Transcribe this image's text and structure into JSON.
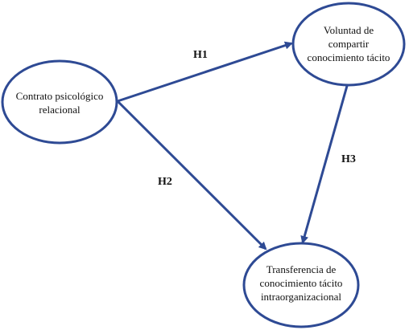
{
  "colors": {
    "stroke": "#2e4a94",
    "fill": "#ffffff",
    "text": "#111111"
  },
  "nodes": {
    "contrato": {
      "lines": [
        "Contrato psicológico",
        "relacional"
      ]
    },
    "voluntad": {
      "lines": [
        "Voluntad de",
        "compartir",
        "conocimiento tácito"
      ]
    },
    "transferencia": {
      "lines": [
        "Transferencia de",
        "conocimiento tácito",
        "intraorganizacional"
      ]
    }
  },
  "edges": {
    "h1": {
      "label": "H1",
      "from": "contrato",
      "to": "voluntad"
    },
    "h2": {
      "label": "H2",
      "from": "contrato",
      "to": "transferencia"
    },
    "h3": {
      "label": "H3",
      "from": "voluntad",
      "to": "transferencia"
    }
  }
}
